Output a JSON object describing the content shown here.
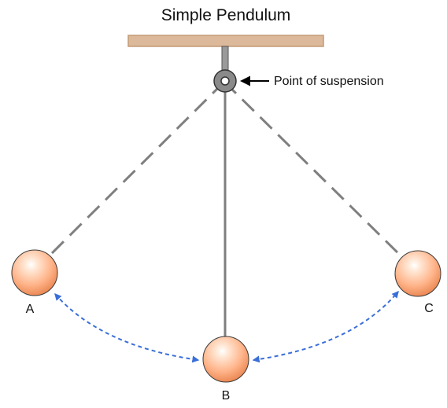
{
  "diagram": {
    "title": "Simple Pendulum",
    "suspension_label": "Point of suspension",
    "bobs": [
      {
        "id": "A",
        "label": "A"
      },
      {
        "id": "B",
        "label": "B"
      },
      {
        "id": "C",
        "label": "C"
      }
    ],
    "colors": {
      "ceiling_fill": "#dcb99b",
      "ceiling_stroke": "#c49a74",
      "rod": "#7f7f7f",
      "pivot_fill": "#8a8a8a",
      "string_dashed": "#7f7f7f",
      "bob_light": "#ffe8d6",
      "bob_mid": "#ffb48a",
      "bob_dark": "#e8824c",
      "bob_stroke": "#3a3a3a",
      "swing_arrow": "#3a6fd8",
      "pointer_arrow": "#000000"
    },
    "icons": {
      "pivot": "pivot-icon",
      "pointer": "arrow-left-icon"
    }
  }
}
